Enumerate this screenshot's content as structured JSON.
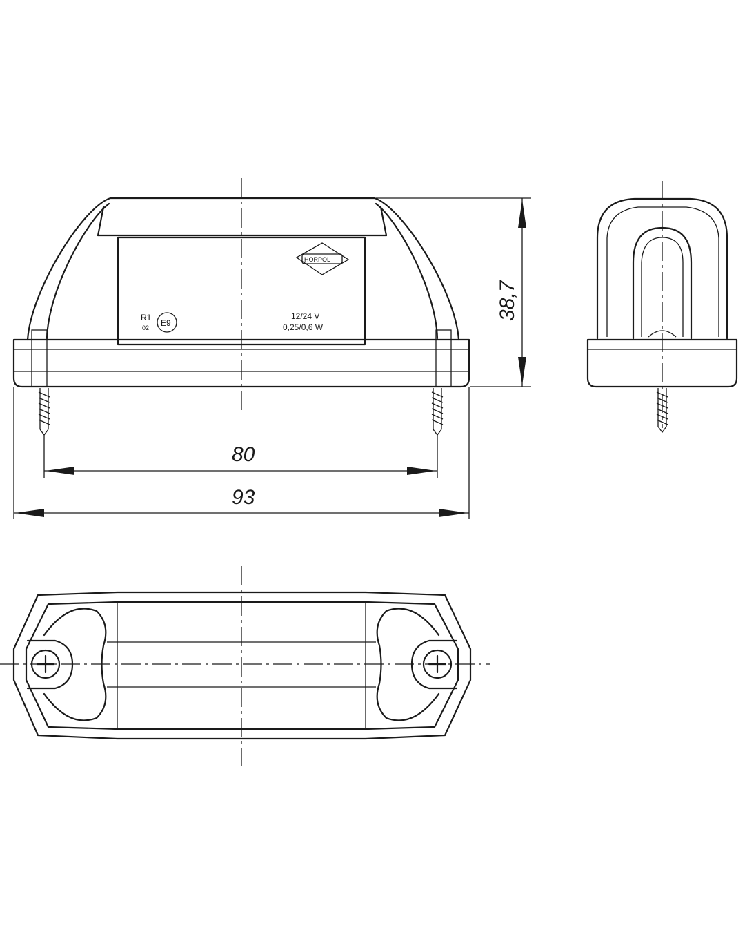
{
  "dimensions": {
    "height": "38,7",
    "hole_spacing": "80",
    "overall_width": "93"
  },
  "label_plate": {
    "approval_class": "R1",
    "approval_number": "02",
    "e_mark": "E9",
    "brand": "HORPOL",
    "voltage": "12/24 V",
    "power": "0,25/0,6 W"
  }
}
